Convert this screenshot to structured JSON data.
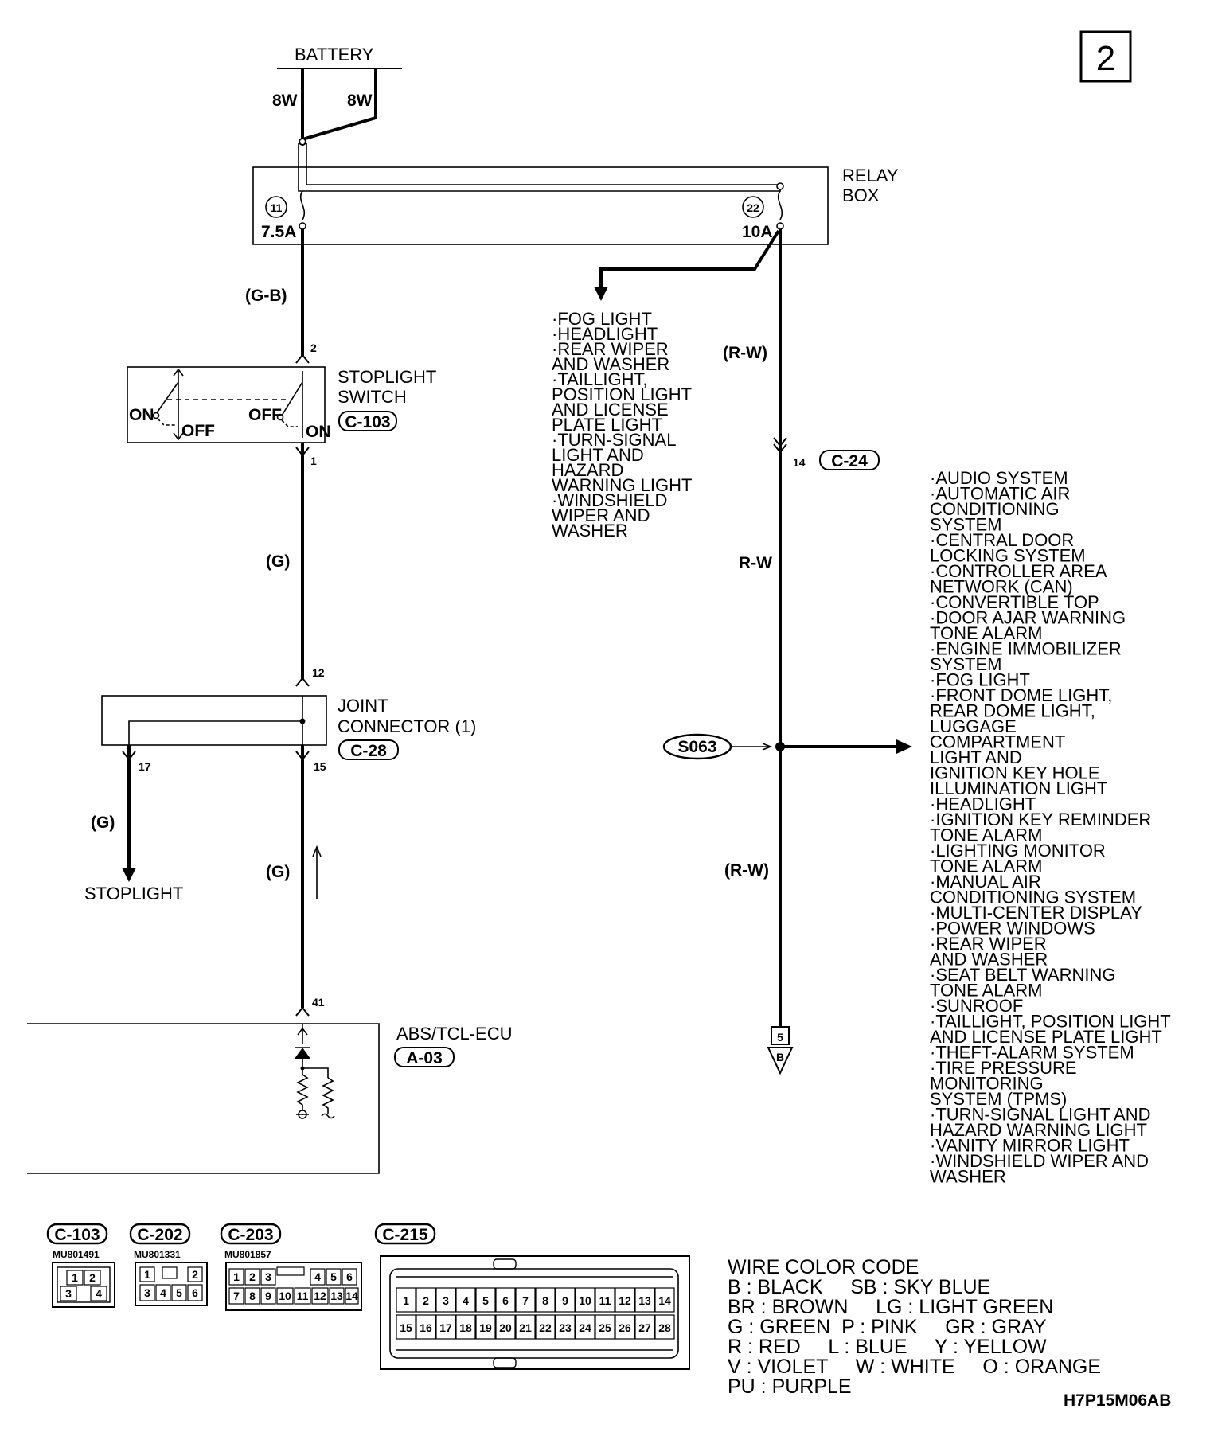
{
  "page_number": "2",
  "battery": {
    "label": "BATTERY",
    "wire_left": "8W",
    "wire_right": "8W"
  },
  "relay_box": {
    "label_line1": "RELAY",
    "label_line2": "BOX",
    "fuse_left": {
      "number": "11",
      "rating": "7.5A"
    },
    "fuse_right": {
      "number": "22",
      "rating": "10A"
    }
  },
  "wires": {
    "g_b": "(G-B)",
    "g_upper": "(G)",
    "g_branch": "(G)",
    "g_lower": "(G)",
    "r_w_top": "(R-W)",
    "r_w_mid": "R-W",
    "r_w_bottom": "(R-W)"
  },
  "fuse22_branch_list": [
    "·FOG LIGHT",
    "·HEADLIGHT",
    "·REAR WIPER",
    " AND WASHER",
    "·TAILLIGHT,",
    " POSITION LIGHT",
    " AND LICENSE",
    " PLATE LIGHT",
    "·TURN-SIGNAL",
    " LIGHT AND",
    " HAZARD",
    " WARNING LIGHT",
    "·WINDSHIELD",
    " WIPER AND",
    " WASHER"
  ],
  "stoplight_switch": {
    "label_line1": "STOPLIGHT",
    "label_line2": "SWITCH",
    "connector": "C-103",
    "pin_top": "2",
    "pin_bottom": "1",
    "on_left": "ON",
    "off_left": "OFF",
    "off_right": "OFF",
    "on_right": "ON"
  },
  "joint_connector": {
    "label_line1": "JOINT",
    "label_line2": "CONNECTOR (1)",
    "connector": "C-28",
    "pin_top": "12",
    "pin_left": "17",
    "pin_bottom": "15"
  },
  "stoplight_label": "STOPLIGHT",
  "c24": {
    "pin": "14",
    "connector": "C-24"
  },
  "splice": "S063",
  "abs_ecu": {
    "label": "ABS/TCL-ECU",
    "connector": "A-03",
    "pin": "41"
  },
  "page_ref": {
    "number": "5",
    "letter": "B"
  },
  "r_w_branch_list": [
    "·AUDIO SYSTEM",
    "·AUTOMATIC AIR",
    " CONDITIONING",
    " SYSTEM",
    "·CENTRAL DOOR",
    " LOCKING SYSTEM",
    "·CONTROLLER AREA",
    " NETWORK (CAN)",
    "·CONVERTIBLE TOP",
    "·DOOR AJAR WARNING",
    " TONE ALARM",
    "·ENGINE IMMOBILIZER",
    " SYSTEM",
    "·FOG LIGHT",
    "·FRONT DOME LIGHT,",
    " REAR DOME LIGHT,",
    " LUGGAGE",
    " COMPARTMENT",
    " LIGHT AND",
    " IGNITION KEY HOLE",
    " ILLUMINATION LIGHT",
    "·HEADLIGHT",
    "·IGNITION KEY REMINDER",
    " TONE ALARM",
    "·LIGHTING MONITOR",
    " TONE ALARM",
    "·MANUAL AIR",
    " CONDITIONING SYSTEM",
    "·MULTI-CENTER DISPLAY",
    "·POWER WINDOWS",
    "·REAR WIPER",
    " AND WASHER",
    "·SEAT BELT WARNING",
    " TONE ALARM",
    "·SUNROOF",
    "·TAILLIGHT, POSITION LIGHT",
    " AND LICENSE PLATE LIGHT",
    "·THEFT-ALARM SYSTEM",
    "·TIRE PRESSURE",
    " MONITORING",
    " SYSTEM (TPMS)",
    "·TURN-SIGNAL LIGHT AND",
    " HAZARD WARNING LIGHT",
    "·VANITY MIRROR LIGHT",
    "·WINDSHIELD WIPER AND",
    " WASHER"
  ],
  "connector_diagrams": [
    {
      "name": "C-103",
      "part": "MU801491",
      "pins": [
        "1",
        "2",
        "3",
        "4"
      ]
    },
    {
      "name": "C-202",
      "part": "MU801331",
      "pins": [
        "1",
        "2",
        "3",
        "4",
        "5",
        "6"
      ]
    },
    {
      "name": "C-203",
      "part": "MU801857",
      "pins": [
        "1",
        "2",
        "3",
        "4",
        "5",
        "6",
        "7",
        "8",
        "9",
        "10",
        "11",
        "12",
        "13",
        "14"
      ]
    },
    {
      "name": "C-215",
      "part": "",
      "pins": [
        "1",
        "2",
        "3",
        "4",
        "5",
        "6",
        "7",
        "8",
        "9",
        "10",
        "11",
        "12",
        "13",
        "14",
        "15",
        "16",
        "17",
        "18",
        "19",
        "20",
        "21",
        "22",
        "23",
        "24",
        "25",
        "26",
        "27",
        "28"
      ]
    }
  ],
  "wire_color_code": {
    "title": "WIRE COLOR CODE",
    "lines": [
      "B : BLACK     SB : SKY BLUE",
      "BR : BROWN     LG : LIGHT GREEN",
      "G : GREEN  P : PINK     GR : GRAY",
      "R : RED     L : BLUE     Y : YELLOW",
      "V : VIOLET     W : WHITE     O : ORANGE",
      "PU : PURPLE"
    ]
  },
  "figure_code": "H7P15M06AB"
}
